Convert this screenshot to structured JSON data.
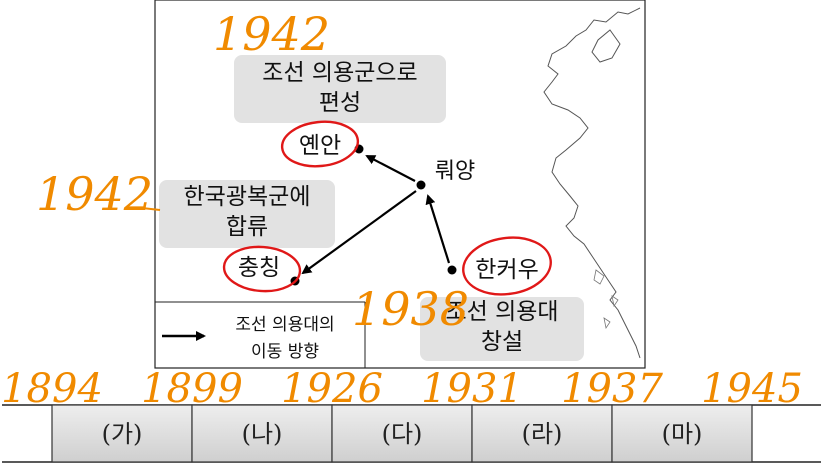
{
  "map": {
    "places": {
      "yanan": "옌안",
      "luoyang": "뤄양",
      "chongqing": "충칭",
      "hankou": "한커우"
    },
    "labels": {
      "yanan_line1": "조선 의용군으로",
      "yanan_line2": "편성",
      "chongqing_line1": "한국광복군에",
      "chongqing_line2": "합류",
      "hankou_line1": "조선 의용대",
      "hankou_line2": "창설"
    },
    "legend": {
      "line1": "조선 의용대의",
      "line2": "이동 방향"
    },
    "annotations": {
      "top_year": "1942",
      "left_year": "1942",
      "bottom_year": "1938"
    }
  },
  "timeline": {
    "years": [
      "1894",
      "1899",
      "1926",
      "1931",
      "1937",
      "1945"
    ],
    "segments": [
      "(가)",
      "(나)",
      "(다)",
      "(라)",
      "(마)"
    ]
  },
  "colors": {
    "handwriting": "#f08a00",
    "circle": "#e01818",
    "label_bg": "#e2e2e2",
    "segment_bg": "#dcdcdc"
  }
}
